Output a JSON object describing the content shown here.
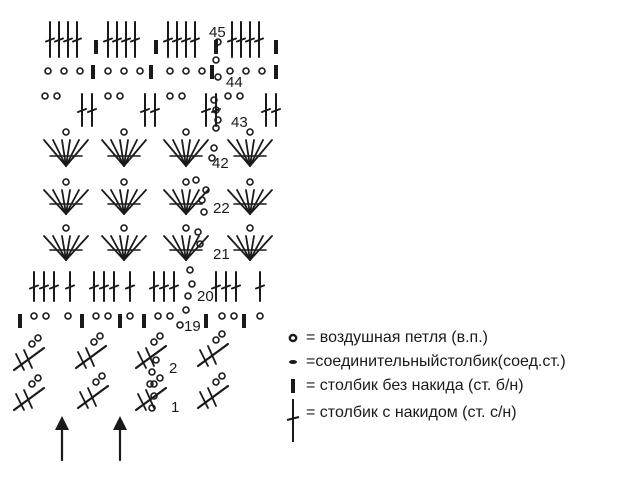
{
  "diagram": {
    "row_numbers": [
      "45",
      "44",
      "43",
      "42",
      "22",
      "21",
      "20",
      "19",
      "2",
      "1"
    ]
  },
  "legend": {
    "items": [
      {
        "symbol": "chain-loop",
        "label": "= воздушная петля (в.п.)"
      },
      {
        "symbol": "slip-stitch",
        "label": "=соединительныйстолбик(соед.ст.)"
      },
      {
        "symbol": "single-crochet",
        "label": "= столбик без накида (ст. б/н)"
      },
      {
        "symbol": "double-crochet",
        "label": "= столбик с накидом (ст. с/н)"
      }
    ]
  },
  "colors": {
    "ink": "#1a1a1a",
    "background": "#ffffff"
  }
}
